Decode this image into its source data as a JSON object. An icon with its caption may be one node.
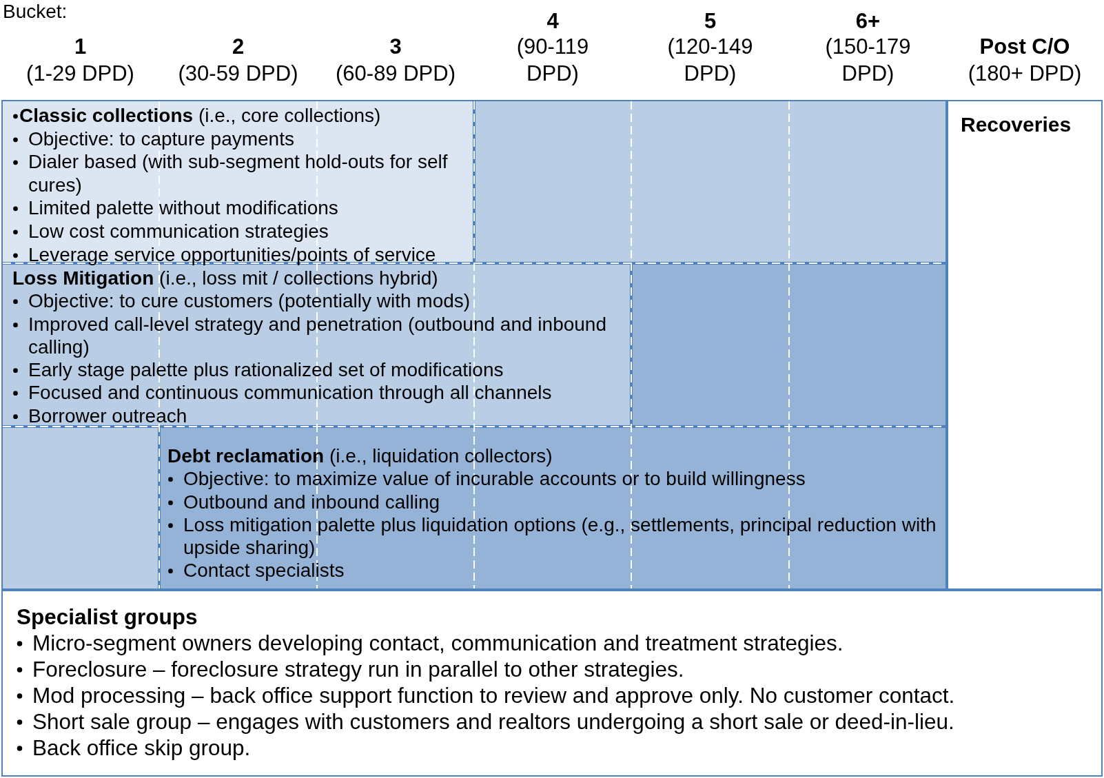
{
  "diagram": {
    "nodes": [
      {
        "text": [
          "**Classic collections** (i.e., core collections)",
          "Objective:  to capture payments",
          "Dialer based (with sub-segment hold-outs for self cures)",
          "Limited palette without modifications",
          "Low cost communication strategies",
          "Leverage service opportunities/points of service"
        ]
      },
      {
        "text": [],
        "shape": "box"
      },
      {
        "text": [
          "Recoveries"
        ]
      },
      {
        "text": [
          "**Loss Mitigation** (i.e., loss mit / collections hybrid)",
          "Objective:  to cure customers (potentially with mods)",
          "Improved call-level strategy and penetration (outbound and inbound calling)",
          "Early stage palette plus rationalized set of modifications",
          "Focused and continuous communication through all channels",
          "Borrower outreach"
        ]
      },
      {
        "text": [],
        "shape": "box"
      },
      {
        "text": [],
        "shape": "box"
      },
      {
        "text": [
          "**Debt reclamation** (i.e., liquidation collectors)",
          "Objective: to maximize value of incurable accounts or to build willingness",
          "Outbound and inbound calling",
          "Loss mitigation palette plus liquidation options (e.g., settlements, principal reduction with upside sharing)",
          "Contact specialists"
        ]
      },
      {
        "text": [
          "Specialist groups",
          "Micro-segment owners developing contact, communication and treatment strategies.",
          "Foreclosure – foreclosure strategy run in parallel to other strategies.",
          "Mod processing – back office support function to review and approve only.  No customer contact.",
          "Short sale group – engages with customers and realtors undergoing a short sale or deed-in-lieu.",
          "Back office skip group."
        ]
      }
    ],
    "labels": [
      "Bucket:",
      "1",
      "(1-29 DPD)",
      "2",
      "(30-59 DPD)",
      "3",
      "(60-89 DPD)",
      "4",
      "(90-119 DPD)",
      "5",
      "(120-149 DPD)",
      "6+",
      "(150-179 DPD)",
      "Post C/O",
      "(180+ DPD)"
    ]
  }
}
